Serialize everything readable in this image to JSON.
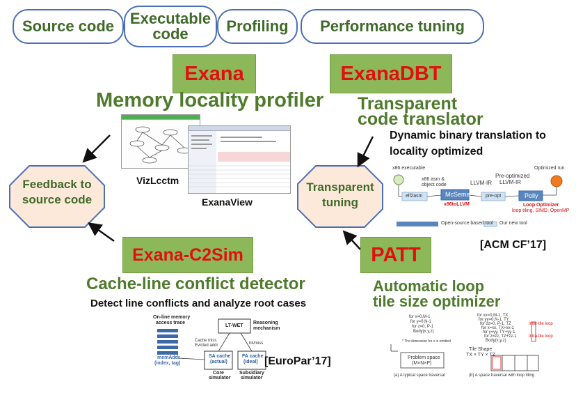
{
  "header": {
    "tabs": [
      "Source code",
      "Executable code",
      "Profiling",
      "Performance tuning"
    ]
  },
  "exana": {
    "name": "Exana",
    "subtitle": "Memory locality profiler",
    "vizlcctm": "VizLcctm",
    "exanaview": "ExanaView"
  },
  "exanadbt": {
    "name": "ExanaDBT",
    "subtitle_line1": "Transparent",
    "subtitle_line2": "code translator",
    "desc_line1": "Dynamic binary translation to",
    "desc_line2": "locality optimized",
    "citation": "[ACM CF’17]",
    "diagram": {
      "x86_exec": "x86 executable",
      "x86_asm": "x86 asm &",
      "object_code": "object code",
      "llvm_ir": "LLVM-IR",
      "preopt_label": "Pre-optimized",
      "preopt_label2": "LLVM-IR",
      "optimized_run": "Optimized run",
      "elf2asm": "elf2asm",
      "mcsema": "McSema",
      "x86tollvm": "x86toLLVM",
      "pre_opt": "pre-opt",
      "polly": "Polly",
      "loop_optimizer": "Loop Optimizer",
      "loop_features": "loop tiling, SIMD, OpenMP",
      "legend_open": "Open-source based tool",
      "legend_new": "Our new tool"
    }
  },
  "feedback": {
    "line1": "Feedback to",
    "line2": "source code"
  },
  "transparent_tuning": {
    "line1": "Transparent",
    "line2": "tuning"
  },
  "c2sim": {
    "name": "Exana-C2Sim",
    "subtitle": "Cache-line conflict detector",
    "desc": "Detect line conflicts and analyze root cases",
    "citation": "[EuroPar’17]",
    "diagram": {
      "trace1": "On-line memory",
      "trace2": "access trace",
      "memaddr1": "memAddr",
      "memaddr2": "(index, tag)",
      "ltwet": "LT-WET",
      "reasoning1": "Reasoning",
      "reasoning2": "mechanism",
      "cache_miss1": "Cache miss",
      "cache_miss2": "Evicted addr",
      "hit_miss": "hit/miss",
      "sa_cache1": "SA cache",
      "sa_cache2": "(actual)",
      "fa_cache1": "FA cache",
      "fa_cache2": "(ideal)",
      "core_sim1": "Core",
      "core_sim2": "simulator",
      "sub_sim1": "Subsidiary",
      "sub_sim2": "simulator"
    }
  },
  "patt": {
    "name": "PATT",
    "subtitle_line1": "Automatic loop",
    "subtitle_line2": "tile size optimizer",
    "diagram": {
      "code_a": [
        "for x=0,M-1",
        "for y=0,N-1",
        "for z=0, P-1",
        "Body(x,y,z)"
      ],
      "omitted": "* The dimension for x is omitted",
      "problem_space1": "Problem space",
      "problem_space2": "(M×N×P)",
      "caption_a": "(a) A typical space traversal",
      "code_b": [
        "for xx=0,M-1, TX",
        "for yy=0,N-1, TY",
        "for zz=0, P-1, TZ",
        "for x=xx, TX+xx-1",
        "for y=yy, TY+yy-1",
        "for z=zz, TZ+zz-1",
        "Body(x,y,z)"
      ],
      "inter_tile": "Inter-tile loop",
      "intra_tile": "Intra-tile loop",
      "tile_shape1": "Tile Shape",
      "tile_shape2": "TX × TY × TZ",
      "caption_b": "(b) A space traversal with loop tiling"
    }
  },
  "colors": {
    "green_text": "#4f7a2c",
    "red_text": "#e01010",
    "box_green": "#8db85a",
    "octagon_fill": "#fde9d9",
    "octagon_stroke": "#4a6fb5",
    "pill_border": "#4a6fb5"
  }
}
